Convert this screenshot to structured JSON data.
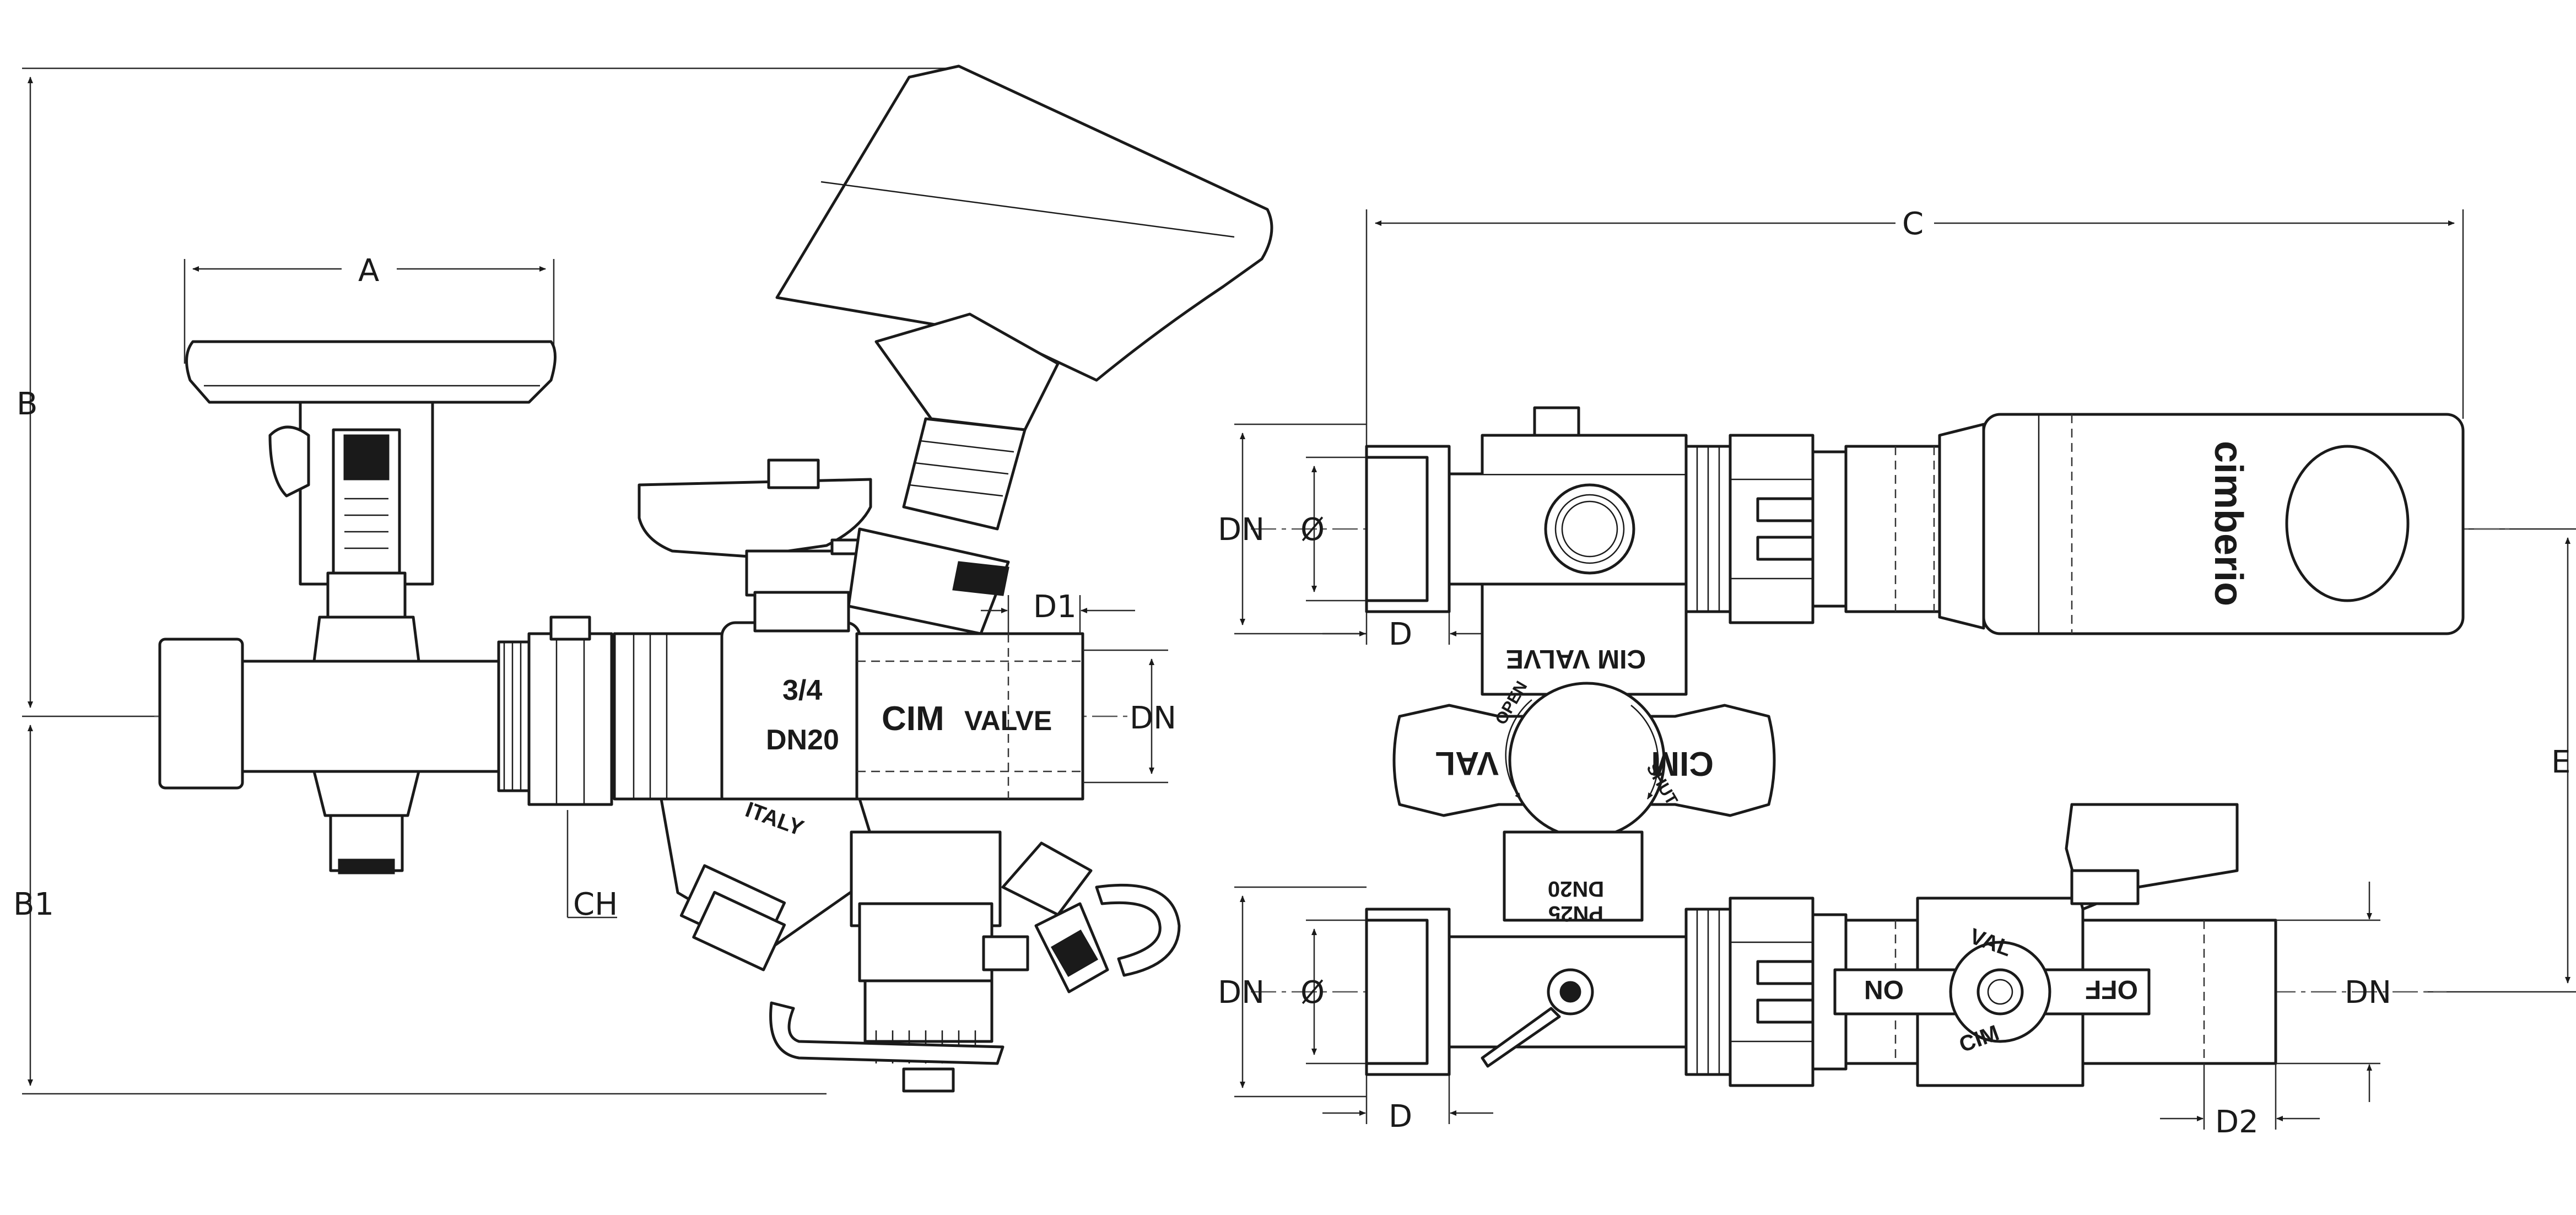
{
  "dimensions": {
    "A": "A",
    "B": "B",
    "B1": "B1",
    "CH": "CH",
    "D1": "D1",
    "DN_side": "DN",
    "C": "C",
    "E": "E",
    "DN_top": "DN",
    "phi_top": "Ø",
    "D_top": "D",
    "DN_bottom": "DN",
    "phi_bottom": "Ø",
    "D_bottom": "D",
    "DN_right": "DN",
    "D2": "D2"
  },
  "markings": {
    "size": "3/4",
    "dn": "DN20",
    "brand_logo": "CIM",
    "brand_valve": "VALVE",
    "italy": "ITALY",
    "top_body_mirrored": "CIM VALVE",
    "handle_val": "VAL",
    "handle_cim": "CIM",
    "open": "OPEN",
    "shut": "SHUT",
    "body_dn": "DN20",
    "body_pn": "PN25",
    "actuator_brand": "cimberio",
    "on": "ON",
    "off": "OFF",
    "lever_val": "VAL",
    "lever_cim": "CIM"
  }
}
